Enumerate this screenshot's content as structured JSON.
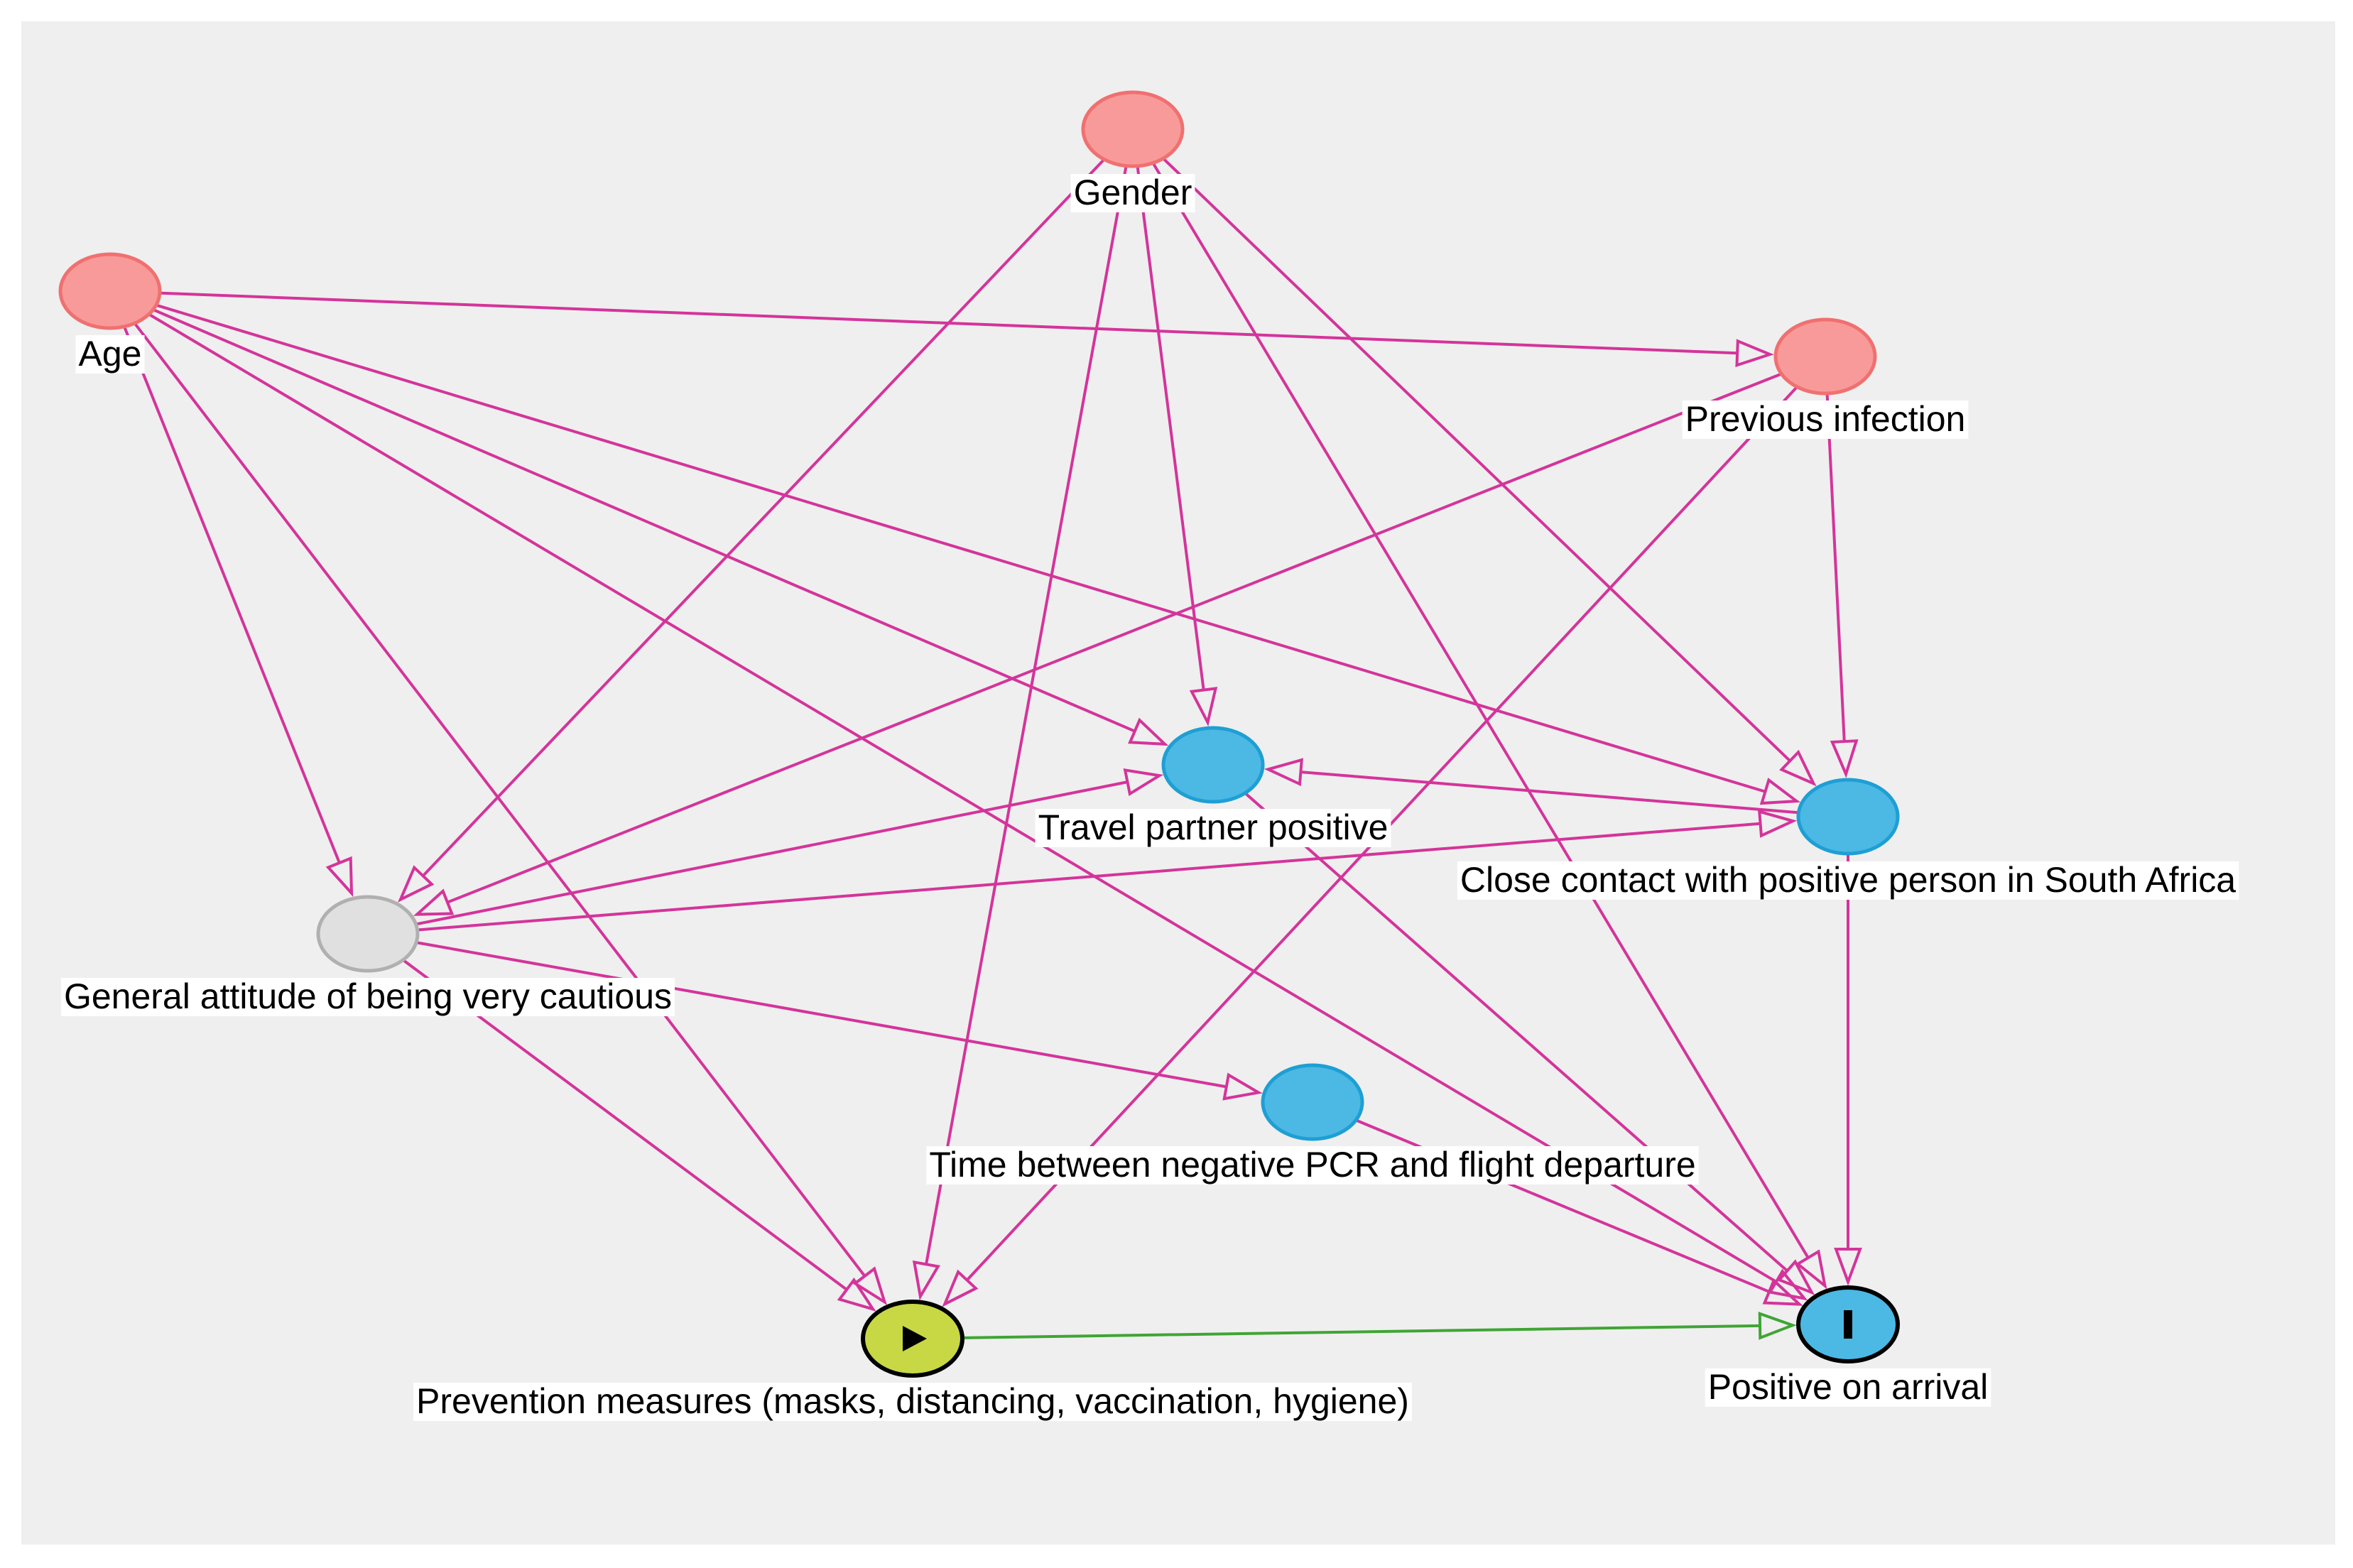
{
  "diagram": {
    "nodes": [
      {
        "id": "gender",
        "label": "Gender",
        "role": "adjusted",
        "fill": "#f89a9a",
        "stroke": "#f07070"
      },
      {
        "id": "age",
        "label": "Age",
        "role": "adjusted",
        "fill": "#f89a9a",
        "stroke": "#f07070"
      },
      {
        "id": "previous_infection",
        "label": "Previous infection",
        "role": "adjusted",
        "fill": "#f89a9a",
        "stroke": "#f07070"
      },
      {
        "id": "travel_partner",
        "label": "Travel partner positive",
        "role": "ancestor-of-outcome",
        "fill": "#4cb8e4",
        "stroke": "#1e9fd4"
      },
      {
        "id": "close_contact",
        "label": "Close contact with positive person in South Africa",
        "role": "ancestor-of-outcome",
        "fill": "#4cb8e4",
        "stroke": "#1e9fd4"
      },
      {
        "id": "attitude",
        "label": "General attitude of being very cautious",
        "role": "unobserved",
        "fill": "#e0e0e0",
        "stroke": "#b0b0b0"
      },
      {
        "id": "time_pcr",
        "label": "Time between negative PCR and flight departure",
        "role": "ancestor-of-outcome",
        "fill": "#4cb8e4",
        "stroke": "#1e9fd4"
      },
      {
        "id": "prevention",
        "label": "Prevention measures (masks, distancing, vaccination, hygiene)",
        "role": "exposure",
        "fill": "#c8d845",
        "stroke": "#000000",
        "icon": "play-icon"
      },
      {
        "id": "positive_arrival",
        "label": "Positive on arrival",
        "role": "outcome",
        "fill": "#4cb8e4",
        "stroke": "#000000",
        "icon": "bar-icon"
      }
    ],
    "edges": [
      {
        "from": "age",
        "to": "previous_infection",
        "type": "biasing"
      },
      {
        "from": "age",
        "to": "attitude",
        "type": "biasing"
      },
      {
        "from": "age",
        "to": "prevention",
        "type": "biasing"
      },
      {
        "from": "age",
        "to": "travel_partner",
        "type": "biasing"
      },
      {
        "from": "age",
        "to": "close_contact",
        "type": "biasing"
      },
      {
        "from": "age",
        "to": "positive_arrival",
        "type": "biasing"
      },
      {
        "from": "gender",
        "to": "attitude",
        "type": "biasing"
      },
      {
        "from": "gender",
        "to": "prevention",
        "type": "biasing"
      },
      {
        "from": "gender",
        "to": "travel_partner",
        "type": "biasing"
      },
      {
        "from": "gender",
        "to": "close_contact",
        "type": "biasing"
      },
      {
        "from": "gender",
        "to": "positive_arrival",
        "type": "biasing"
      },
      {
        "from": "previous_infection",
        "to": "attitude",
        "type": "biasing"
      },
      {
        "from": "previous_infection",
        "to": "prevention",
        "type": "biasing"
      },
      {
        "from": "previous_infection",
        "to": "close_contact",
        "type": "biasing"
      },
      {
        "from": "attitude",
        "to": "travel_partner",
        "type": "biasing"
      },
      {
        "from": "attitude",
        "to": "close_contact",
        "type": "biasing"
      },
      {
        "from": "attitude",
        "to": "time_pcr",
        "type": "biasing"
      },
      {
        "from": "attitude",
        "to": "prevention",
        "type": "biasing"
      },
      {
        "from": "close_contact",
        "to": "travel_partner",
        "type": "biasing"
      },
      {
        "from": "close_contact",
        "to": "positive_arrival",
        "type": "biasing"
      },
      {
        "from": "travel_partner",
        "to": "positive_arrival",
        "type": "biasing"
      },
      {
        "from": "time_pcr",
        "to": "positive_arrival",
        "type": "biasing"
      },
      {
        "from": "prevention",
        "to": "positive_arrival",
        "type": "causal"
      }
    ],
    "colors": {
      "background": "#efefef",
      "biasing_edge": "#d4349a",
      "causal_edge": "#3fa534"
    }
  }
}
